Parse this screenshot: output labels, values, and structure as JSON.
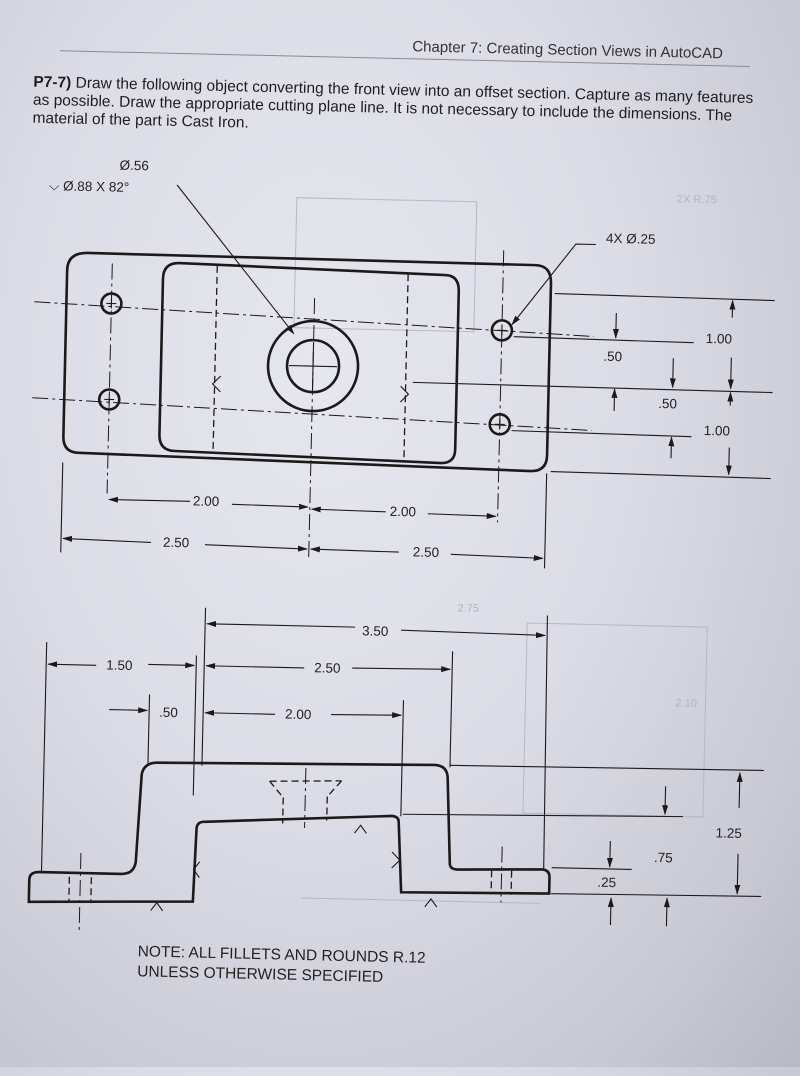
{
  "header": {
    "chapter_title": "Chapter 7: Creating Section Views in AutoCAD"
  },
  "problem": {
    "number": "P7-7)",
    "text": "Draw the following object converting the front view into an offset section. Capture as many features as possible. Draw the appropriate cutting plane line. It is not necessary to include the dimensions. The material of the part is Cast Iron."
  },
  "top_view": {
    "callout_hole": "Ø.56",
    "callout_cbore": "⌵ Ø.88 X 82°",
    "callout_holes": "4X Ø.25",
    "dim_1_00_upper": "1.00",
    "dim_1_00_lower": "1.00",
    "dim_50_left": ".50",
    "dim_50_right": ".50",
    "dim_2_00_left": "2.00",
    "dim_2_00_right": "2.00",
    "dim_2_50_left": "2.50",
    "dim_2_50_right": "2.50"
  },
  "front_view": {
    "dim_3_50": "3.50",
    "dim_1_50": "1.50",
    "dim_2_50": "2.50",
    "dim_50": ".50",
    "dim_2_00": "2.00",
    "dim_1_25": "1.25",
    "dim_75": ".75",
    "dim_25": ".25"
  },
  "note": {
    "line1": "NOTE: ALL FILLETS AND ROUNDS R.12",
    "line2": "UNLESS OTHERWISE SPECIFIED"
  }
}
